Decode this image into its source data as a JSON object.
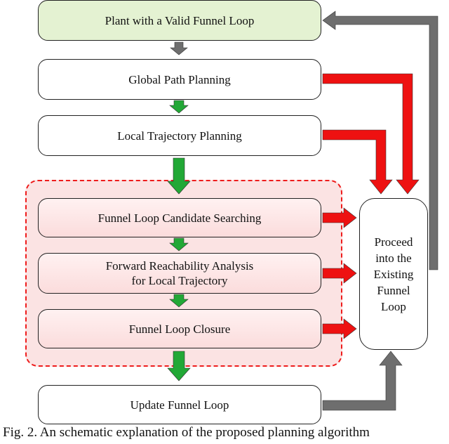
{
  "nodes": {
    "plant": "Plant with a Valid Funnel Loop",
    "global": "Global Path Planning",
    "local": "Local Trajectory Planning",
    "candidate": "Funnel Loop Candidate Searching",
    "reach_line1": "Forward Reachability Analysis",
    "reach_line2": "for Local Trajectory",
    "closure": "Funnel Loop Closure",
    "update": "Update Funnel Loop",
    "proceed_lines": [
      "Proceed",
      "into the",
      "Existing",
      "Funnel",
      "Loop"
    ]
  },
  "caption": "Fig. 2. An schematic explanation of the proposed planning algorithm",
  "colors": {
    "green_arrow": "#22a836",
    "red_arrow": "#ee1111",
    "gray_arrow": "#6e6e6e",
    "dashed_region": "#ee1c1c",
    "top_box_fill": "#e4f2d2"
  }
}
